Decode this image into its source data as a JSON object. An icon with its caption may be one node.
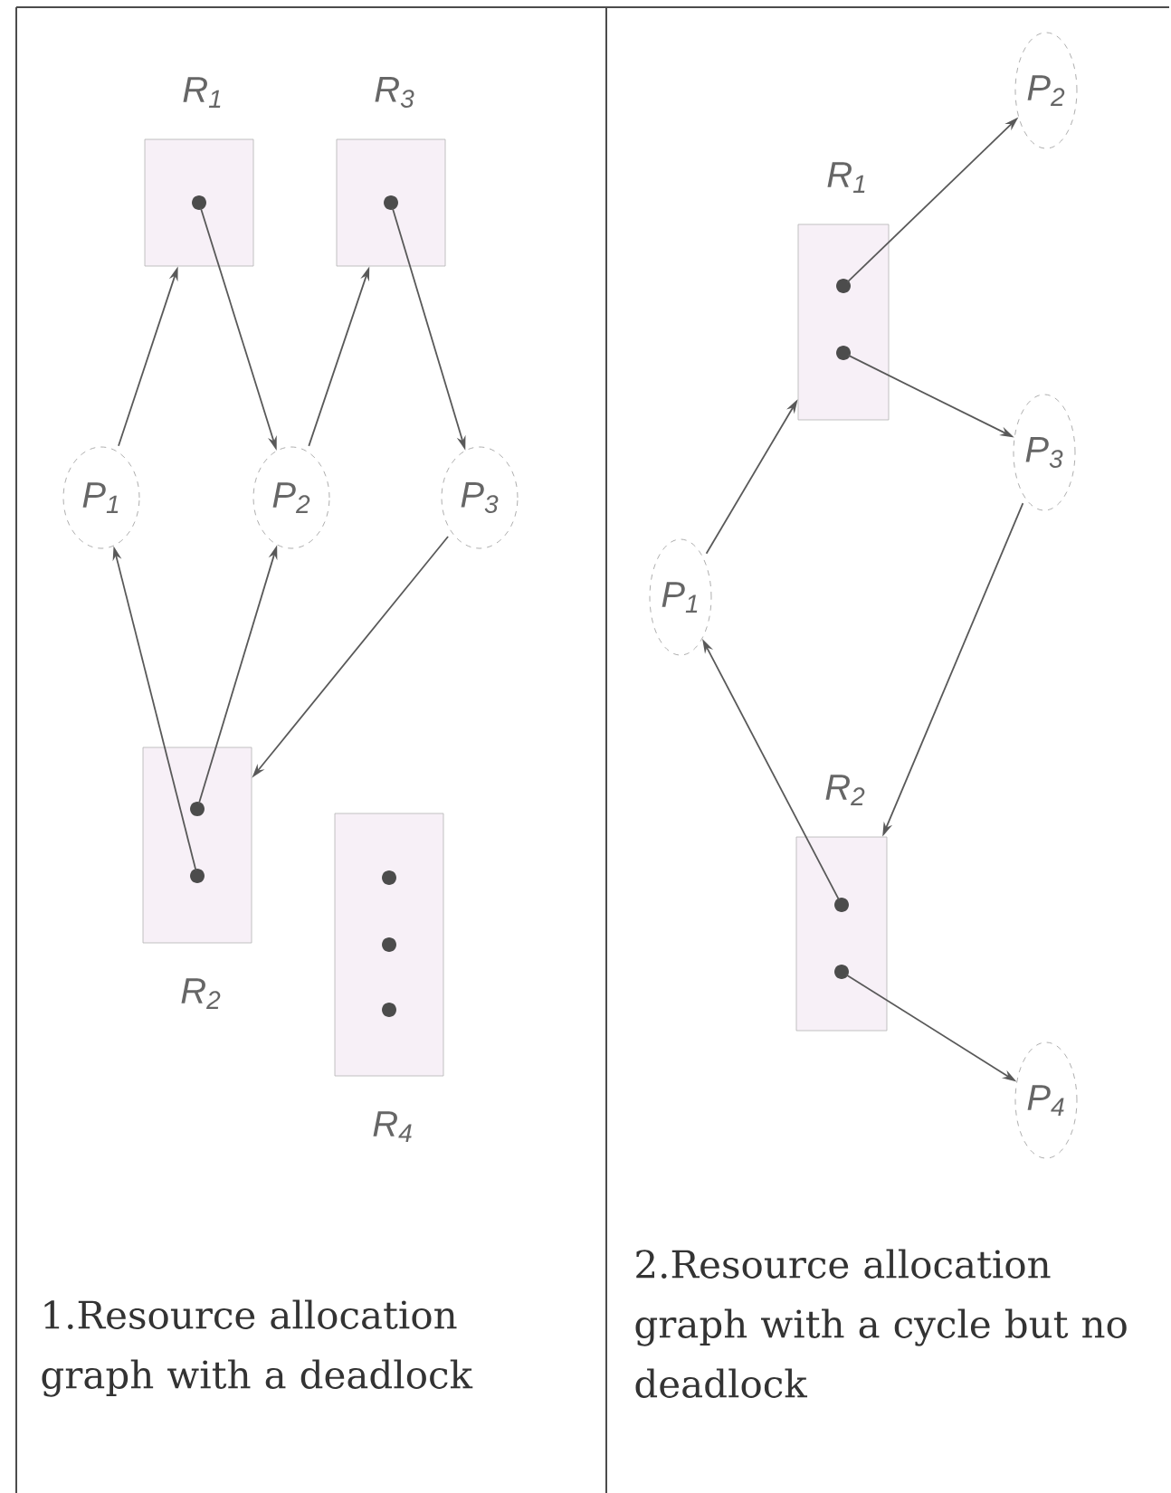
{
  "diagram": {
    "nodes": [
      {
        "text": [
          "R$_{1}$"
        ]
      },
      {
        "text": [
          "R$_{3}$"
        ]
      },
      {
        "text": [
          "P$_{1}$"
        ]
      },
      {
        "text": [
          "P$_{2}$"
        ]
      },
      {
        "text": [
          "P$_{3}$"
        ]
      },
      {
        "text": [
          "R$_{2}$"
        ]
      },
      {
        "text": [
          "R$_{4}$"
        ]
      },
      {
        "text": [
          "R$_{1}$"
        ]
      },
      {
        "text": [
          "P$_{2}$"
        ]
      },
      {
        "text": [
          "P$_{3}$"
        ]
      },
      {
        "text": [
          "P$_{1}$"
        ]
      },
      {
        "text": [
          "R$_{2}$"
        ]
      },
      {
        "text": [
          "P$_{4}$"
        ]
      }
    ],
    "edges": [
      {
        "from": 2,
        "to": 0,
        "arrow": "to"
      },
      {
        "from": 0,
        "to": 3,
        "arrow": "to"
      },
      {
        "from": 3,
        "to": 1,
        "arrow": "to"
      },
      {
        "from": 1,
        "to": 4,
        "arrow": "to"
      },
      {
        "from": 4,
        "to": 5,
        "arrow": "to"
      },
      {
        "from": 5,
        "to": 2,
        "arrow": "to"
      },
      {
        "from": 5,
        "to": 3,
        "arrow": "to"
      },
      {
        "from": 10,
        "to": 7,
        "arrow": "to"
      },
      {
        "from": 7,
        "to": 8,
        "arrow": "to"
      },
      {
        "from": 7,
        "to": 9,
        "arrow": "to"
      },
      {
        "from": 9,
        "to": 11,
        "arrow": "to"
      },
      {
        "from": 11,
        "to": 10,
        "arrow": "to"
      },
      {
        "from": 11,
        "to": 12,
        "arrow": "to"
      }
    ],
    "labels": [
      "1.Resource allocation graph with a deadlock",
      "2.Resource allocation graph with a cycle but no deadlock"
    ]
  }
}
